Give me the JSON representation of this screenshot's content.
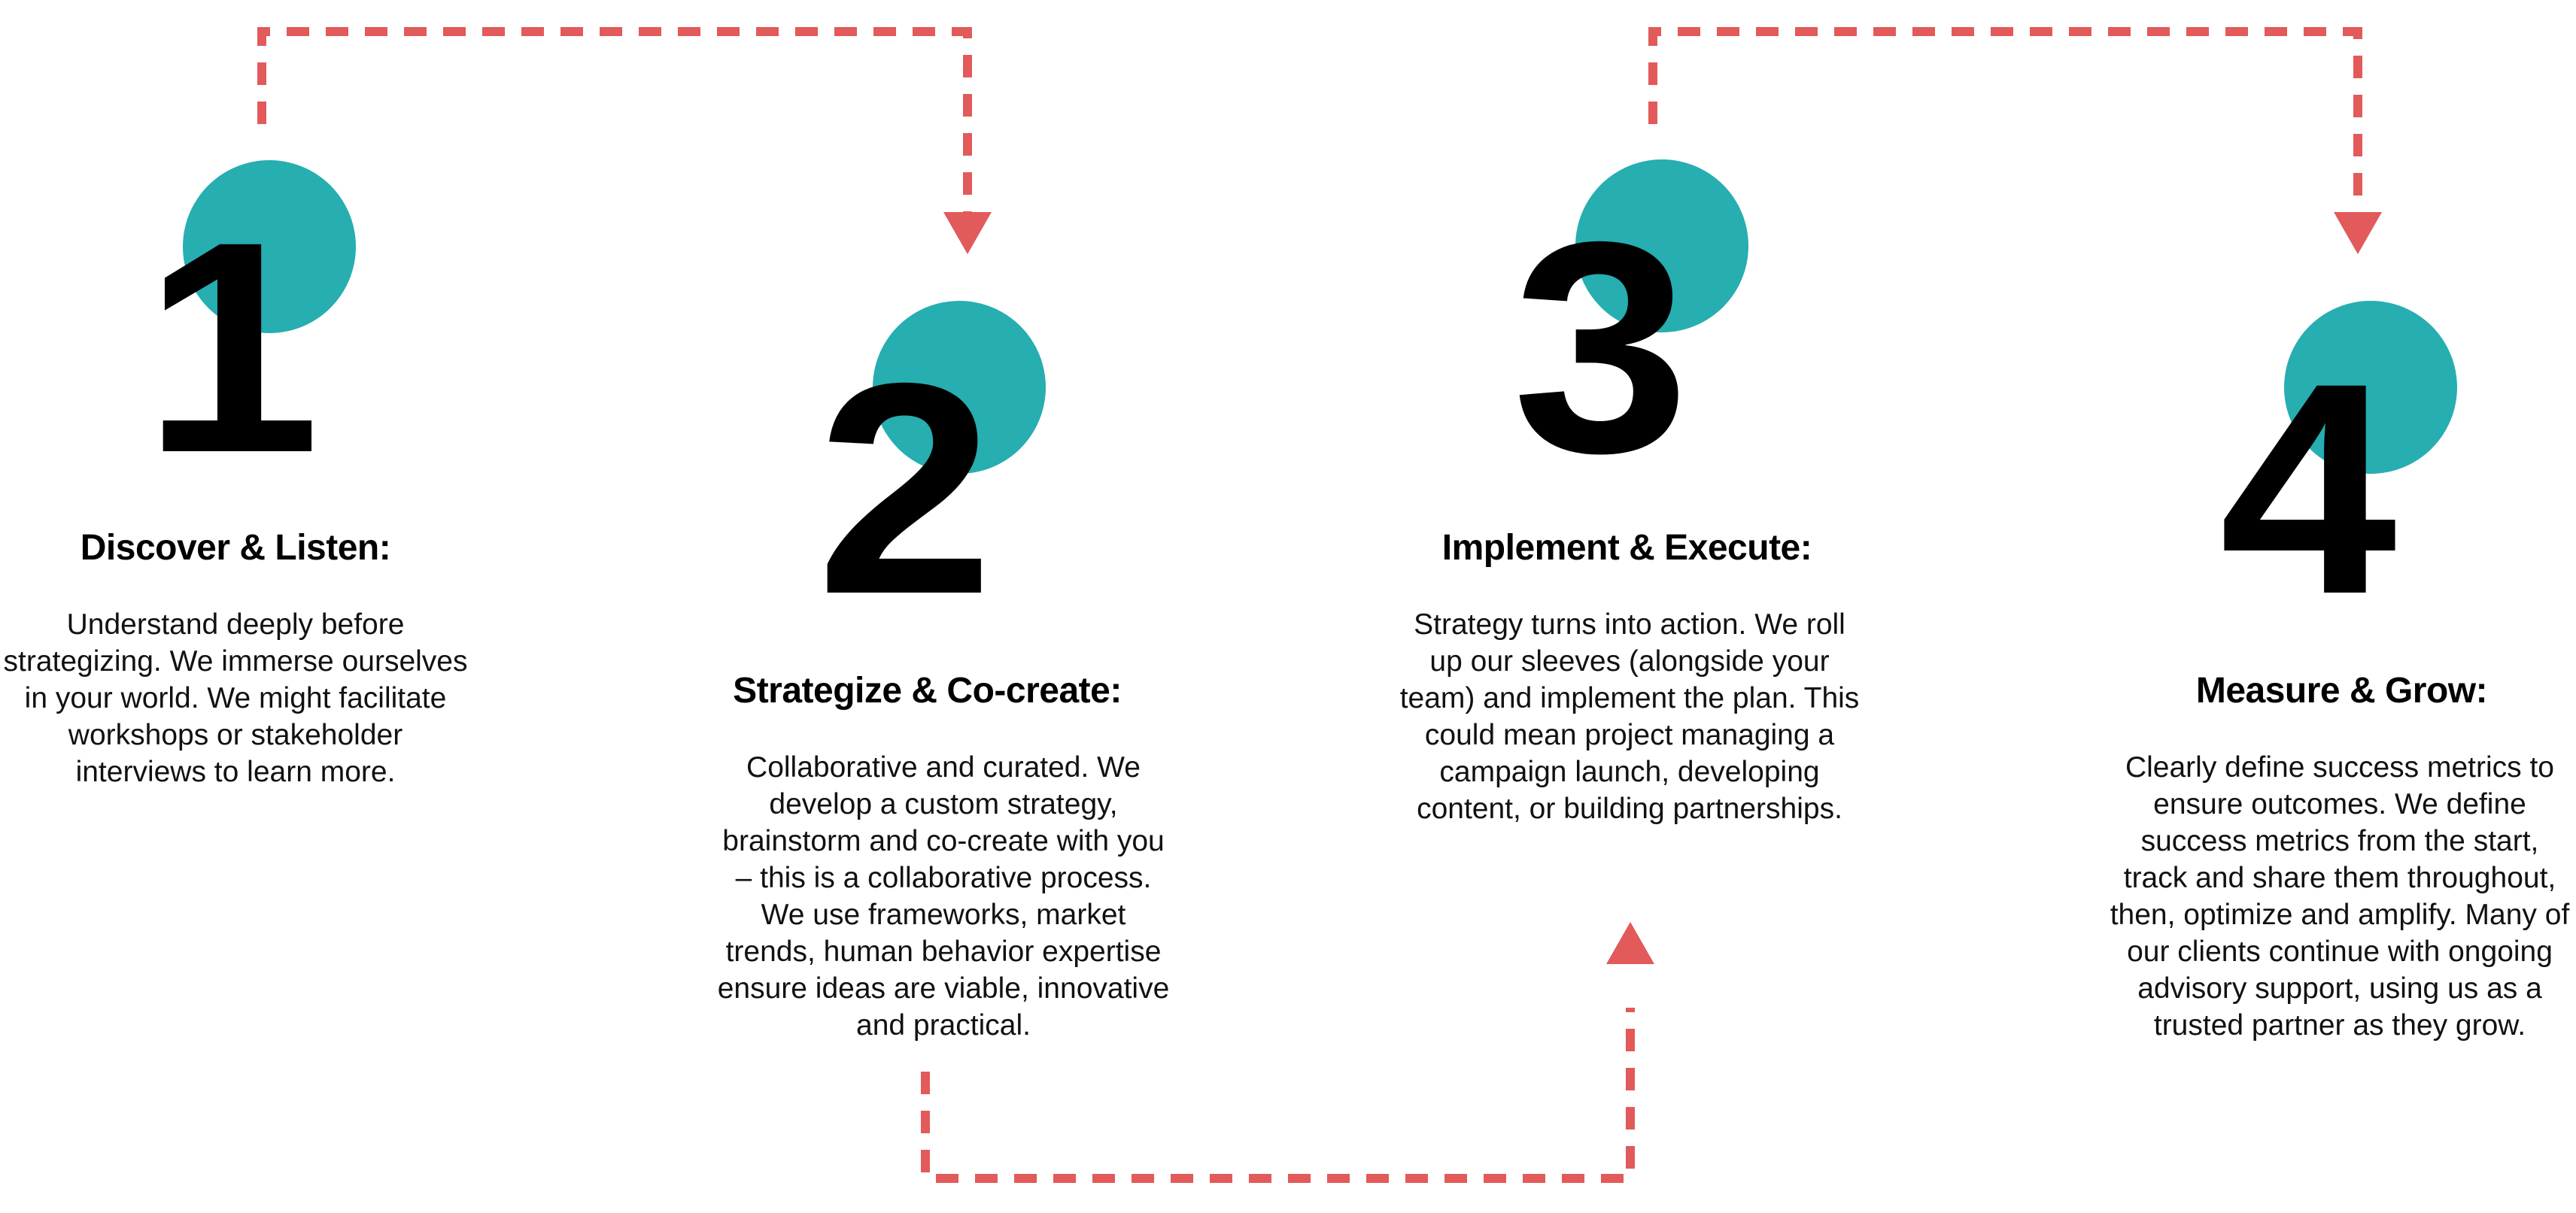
{
  "colors": {
    "circle": "#26aeb1",
    "arrow": "#e25a5a",
    "text": "#000000"
  },
  "steps": [
    {
      "number": "1",
      "title": "Discover & Listen:",
      "body": "Understand deeply before strategizing. We immerse ourselves in your world. We might facilitate workshops or stakeholder interviews to learn more."
    },
    {
      "number": "2",
      "title": "Strategize & Co-create:",
      "body": "Collaborative and curated. We develop a custom strategy, brainstorm and co-create with you – this is a collaborative process. We use frameworks, market trends, human behavior expertise ensure ideas are viable, innovative and practical."
    },
    {
      "number": "3",
      "title": "Implement & Execute:",
      "body": "Strategy turns into action. We roll up our sleeves (alongside your team) and implement the plan. This could mean project managing a campaign launch, developing content, or building partnerships."
    },
    {
      "number": "4",
      "title": "Measure & Grow:",
      "body": "Clearly define success metrics to ensure outcomes. We define success metrics from the start, track and share them throughout, then, optimize and amplify. Many of our clients continue with ongoing advisory support, using us as a trusted partner as they grow."
    }
  ],
  "connectors": [
    {
      "from": "1",
      "to": "2",
      "route": "over-top"
    },
    {
      "from": "2",
      "to": "3",
      "route": "under-bottom"
    },
    {
      "from": "3",
      "to": "4",
      "route": "over-top"
    }
  ]
}
